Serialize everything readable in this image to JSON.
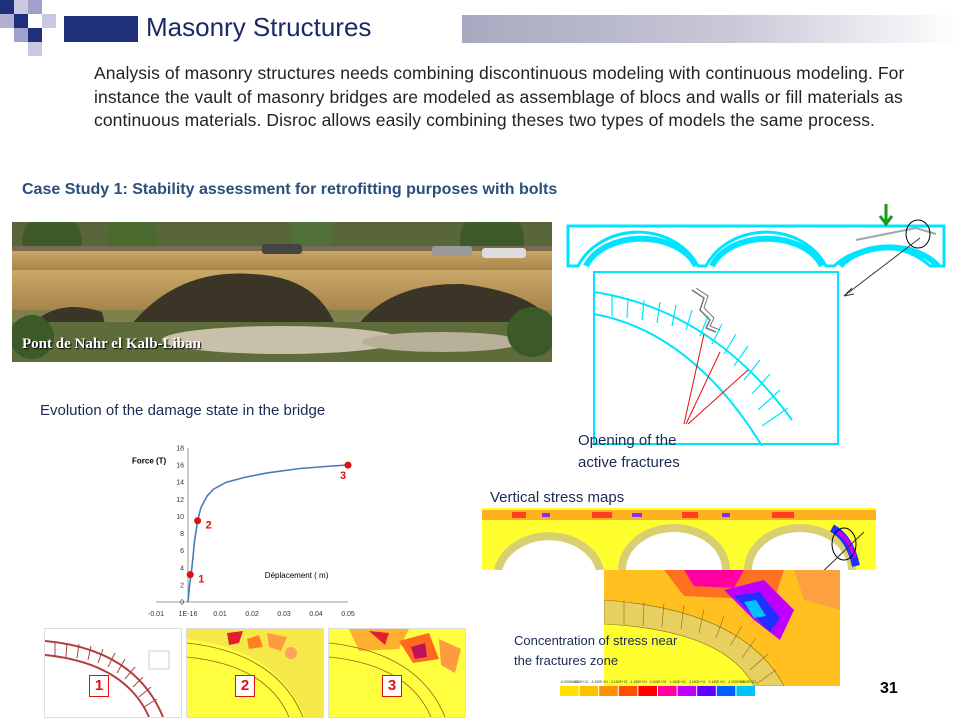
{
  "slide": {
    "title": "Masonry Structures",
    "intro": "Analysis of masonry structures needs combining discontinuous modeling with continuous modeling. For instance the vault of masonry bridges are modeled as assemblage of blocs and walls or fill materials as continuous materials. Disroc allows easily combining theses two types of models the same process.",
    "case_title": "Case Study 1: Stability assessment for retrofitting purposes with bolts",
    "photo_caption": "Pont de Nahr el Kalb-Liban",
    "evolution_label": "Evolution of the damage state in the bridge",
    "opening_label_line1": "Opening of the",
    "opening_label_line2": "active fractures",
    "vertical_stress_label": "Vertical stress maps",
    "concentration_label_line1": "Concentration of stress near",
    "concentration_label_line2": "the fractures zone",
    "page_number": "31",
    "state_labels": [
      "1",
      "2",
      "3"
    ]
  },
  "colors": {
    "title_bar": "#1f2f7a",
    "title_text": "#1a2a66",
    "case_title": "#2a4f7a",
    "mesh_cyan": "#00e5ff",
    "curve_blue": "#4a7ab8",
    "marker_red": "#e01010",
    "arrow_green": "#1a9a1a"
  },
  "chart_data": {
    "type": "line",
    "ylabel": "Force (T)",
    "xlabel": "Déplacement ( m)",
    "xlim": [
      -0.01,
      0.05
    ],
    "ylim": [
      0,
      18
    ],
    "x_tick_labels": [
      "-0.01",
      "1E-16",
      "0.01",
      "0.02",
      "0.03",
      "0.04",
      "0.05"
    ],
    "y_tick_labels": [
      "0",
      "2",
      "4",
      "6",
      "8",
      "10",
      "12",
      "14",
      "16",
      "18"
    ],
    "series": [
      {
        "x": [
          0,
          0.0005,
          0.001,
          0.0015,
          0.002,
          0.003,
          0.004,
          0.006,
          0.008,
          0.012,
          0.018,
          0.025,
          0.035,
          0.045,
          0.05
        ],
        "y": [
          0,
          2.0,
          3.3,
          5.0,
          7.0,
          9.5,
          11.0,
          12.4,
          13.2,
          14.0,
          14.6,
          15.1,
          15.6,
          15.9,
          16.0
        ]
      }
    ],
    "markers": [
      {
        "label": "1",
        "x": 0.0007,
        "y": 3.2
      },
      {
        "label": "2",
        "x": 0.003,
        "y": 9.5
      },
      {
        "label": "3",
        "x": 0.05,
        "y": 16.0
      }
    ],
    "grid": false
  },
  "stress_scale": {
    "tick_labels": [
      "-5.000E+00",
      "-4.150E+01",
      "-3.150E+01",
      "-2.150E+01",
      "-1.150E+01",
      "0.000E+00",
      "1.150E+01",
      "2.150E+01",
      "3.150E+01",
      "4.150E+01",
      "5.000E+01"
    ],
    "colors": [
      "#ffe000",
      "#ffc000",
      "#ff9000",
      "#ff5000",
      "#ff0000",
      "#ff00a0",
      "#c000ff",
      "#6000ff",
      "#0060ff",
      "#00c0ff"
    ]
  }
}
